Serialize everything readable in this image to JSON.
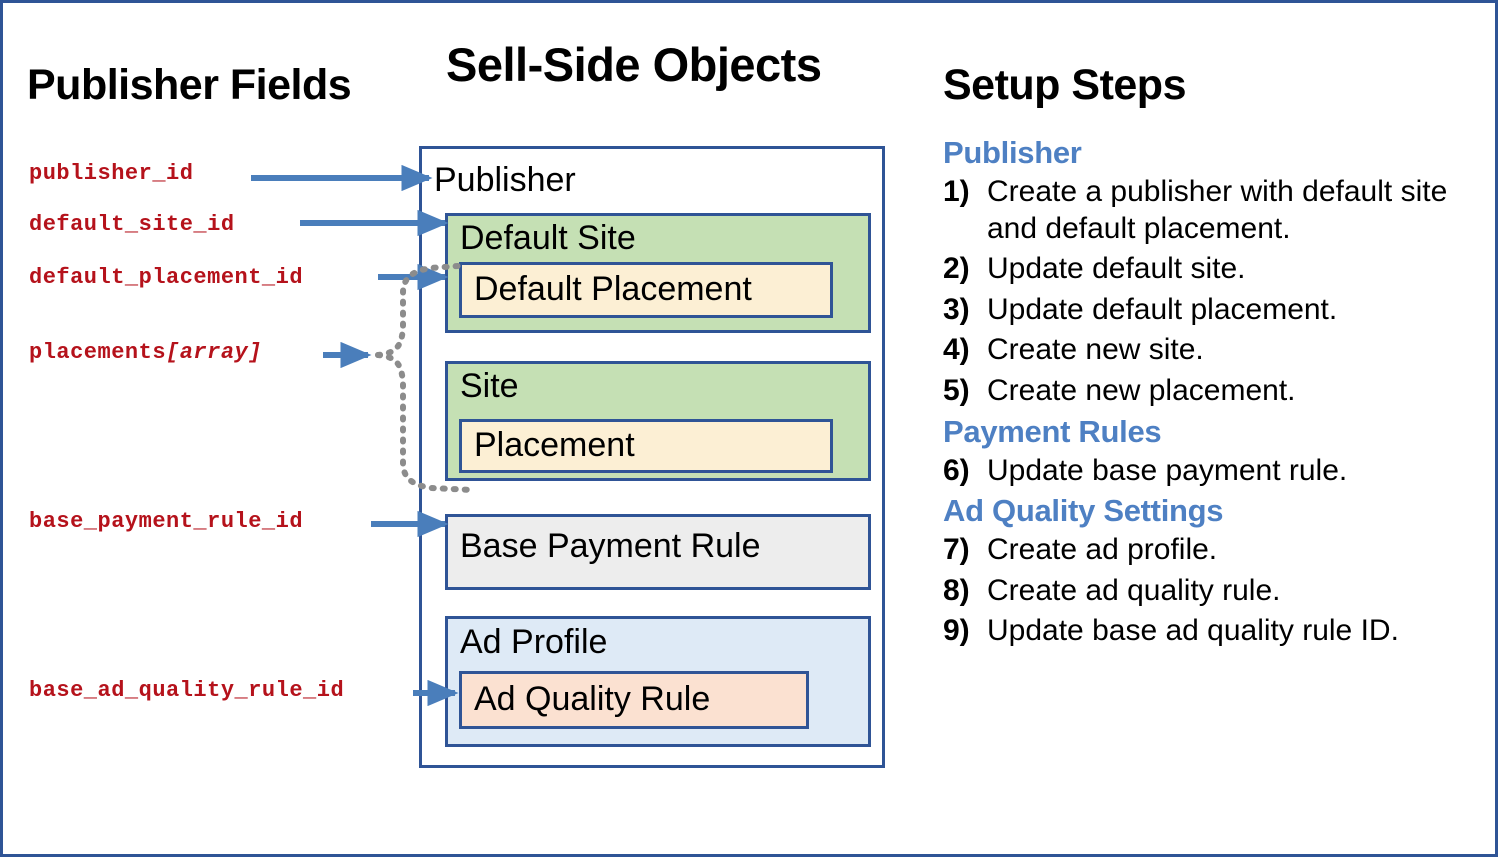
{
  "diagram": {
    "border_color": "#2F5496",
    "accent_blue": "#4E80C3",
    "field_red": "#B5121B",
    "green_fill": "#C5E0B4",
    "cream_fill": "#FCEFD4",
    "grey_fill": "#EDEDED",
    "lightblue_fill": "#DEEAF6",
    "peach_fill": "#FBE1D1"
  },
  "headings": {
    "publisher_fields": "Publisher Fields",
    "sell_side_objects": "Sell-Side Objects",
    "setup_steps": "Setup Steps"
  },
  "publisher_fields": [
    {
      "name": "publisher_id",
      "suffix": ""
    },
    {
      "name": "default_site_id",
      "suffix": ""
    },
    {
      "name": "default_placement_id",
      "suffix": ""
    },
    {
      "name": "placements",
      "suffix": "[array]"
    },
    {
      "name": "base_payment_rule_id",
      "suffix": ""
    },
    {
      "name": "base_ad_quality_rule_id",
      "suffix": ""
    }
  ],
  "sell_side": {
    "publisher": "Publisher",
    "default_site": "Default Site",
    "default_placement": "Default Placement",
    "site": "Site",
    "placement": "Placement",
    "base_payment_rule": "Base Payment Rule",
    "ad_profile": "Ad Profile",
    "ad_quality_rule": "Ad Quality Rule"
  },
  "setup_steps": [
    {
      "group": "Publisher",
      "steps": [
        {
          "num": "1)",
          "text": "Create a publisher with default site and default placement."
        },
        {
          "num": "2)",
          "text": "Update default site."
        },
        {
          "num": "3)",
          "text": "Update default placement."
        },
        {
          "num": "4)",
          "text": "Create new site."
        },
        {
          "num": "5)",
          "text": "Create new placement."
        }
      ]
    },
    {
      "group": "Payment Rules",
      "steps": [
        {
          "num": "6)",
          "text": "Update base payment rule."
        }
      ]
    },
    {
      "group": "Ad Quality Settings",
      "steps": [
        {
          "num": "7)",
          "text": "Create ad profile."
        },
        {
          "num": "8)",
          "text": "Create ad quality rule."
        },
        {
          "num": "9)",
          "text": "Update base ad quality rule ID."
        }
      ]
    }
  ],
  "connectors": [
    {
      "from": "publisher_id",
      "to": "publisher",
      "style": "solid-arrow"
    },
    {
      "from": "default_site_id",
      "to": "default_site",
      "style": "solid-arrow"
    },
    {
      "from": "default_placement_id",
      "to": "default_placement",
      "style": "solid-arrow"
    },
    {
      "from": "placements",
      "to": "default_placement-and-placement",
      "style": "dotted-brace"
    },
    {
      "from": "base_payment_rule_id",
      "to": "base_payment_rule",
      "style": "solid-arrow"
    },
    {
      "from": "base_ad_quality_rule_id",
      "to": "ad_quality_rule",
      "style": "solid-arrow"
    }
  ]
}
